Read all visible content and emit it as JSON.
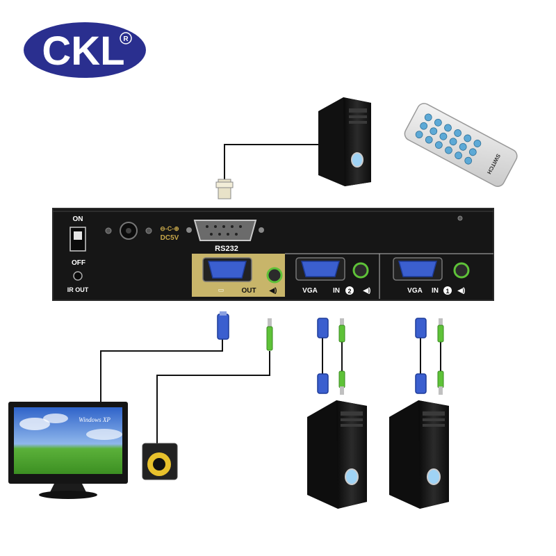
{
  "logo": {
    "text": "CKL",
    "registered": "R"
  },
  "switch_panel": {
    "power_on": "ON",
    "power_off": "OFF",
    "ir_out": "IR OUT",
    "dc_label": "DC5V",
    "rs232_label": "RS232",
    "out_label": "OUT",
    "vga_label_2": "VGA",
    "in_label_2": "IN",
    "in_number_2": "2",
    "vga_label_1": "VGA",
    "in_label_1": "IN",
    "in_number_1": "1"
  },
  "remote": {
    "label": "SWITCH"
  },
  "monitor": {
    "brand": "Windows XP",
    "screen_caption": "Windows XP"
  },
  "colors": {
    "logo_blue": "#2a2f8f",
    "panel": "#161616",
    "out_port_bg": "#c8b56a",
    "vga_blue": "#3b5fcf",
    "audio_green": "#5ec238"
  }
}
